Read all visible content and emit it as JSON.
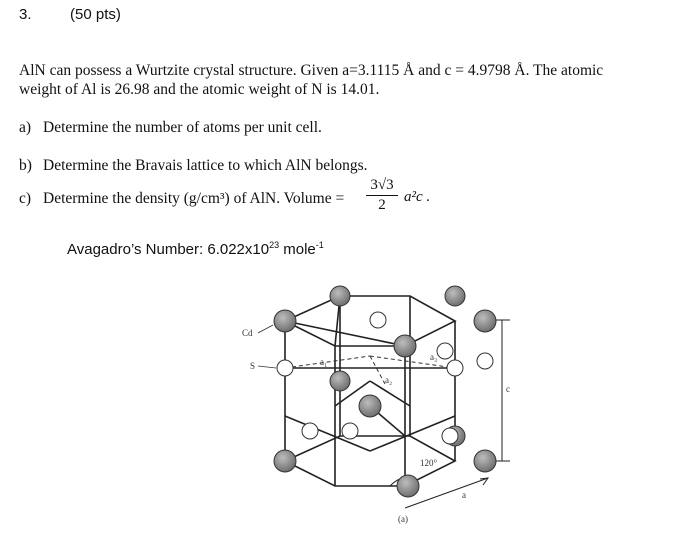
{
  "question": {
    "number": "3.",
    "points": "(50 pts)"
  },
  "intro": {
    "line1": "AlN can possess a Wurtzite crystal structure. Given a=3.1115 Å and c = 4.9798 Å. The atomic",
    "line2": "weight of Al is 26.98 and the atomic weight of N is 14.01."
  },
  "parts": [
    {
      "label": "a)",
      "text": "Determine the number of atoms per unit cell."
    },
    {
      "label": "b)",
      "text": "Determine the Bravais lattice to which AlN belongs."
    },
    {
      "label": "c)",
      "text": "Determine the density (g/cm³) of AlN. Volume ="
    }
  ],
  "volume_formula": {
    "numerator": "3√3",
    "denominator": "2",
    "tail": "a²c ."
  },
  "avogadro": {
    "prefix": "Avagadro’s Number: 6.022x10",
    "exponent": "23",
    "unit": " mole",
    "unit_exponent": "-1"
  },
  "figure": {
    "label_cd": "Cd",
    "label_s": "S",
    "label_a1": "a₁",
    "label_a2": "a₂",
    "label_a3": "a₃",
    "label_c": "c",
    "label_angle": "120°",
    "label_a": "a",
    "caption": "(a)"
  },
  "colors": {
    "text": "#111111",
    "atom_cd": "#8c8c8c",
    "atom_s": "#ffffff"
  }
}
